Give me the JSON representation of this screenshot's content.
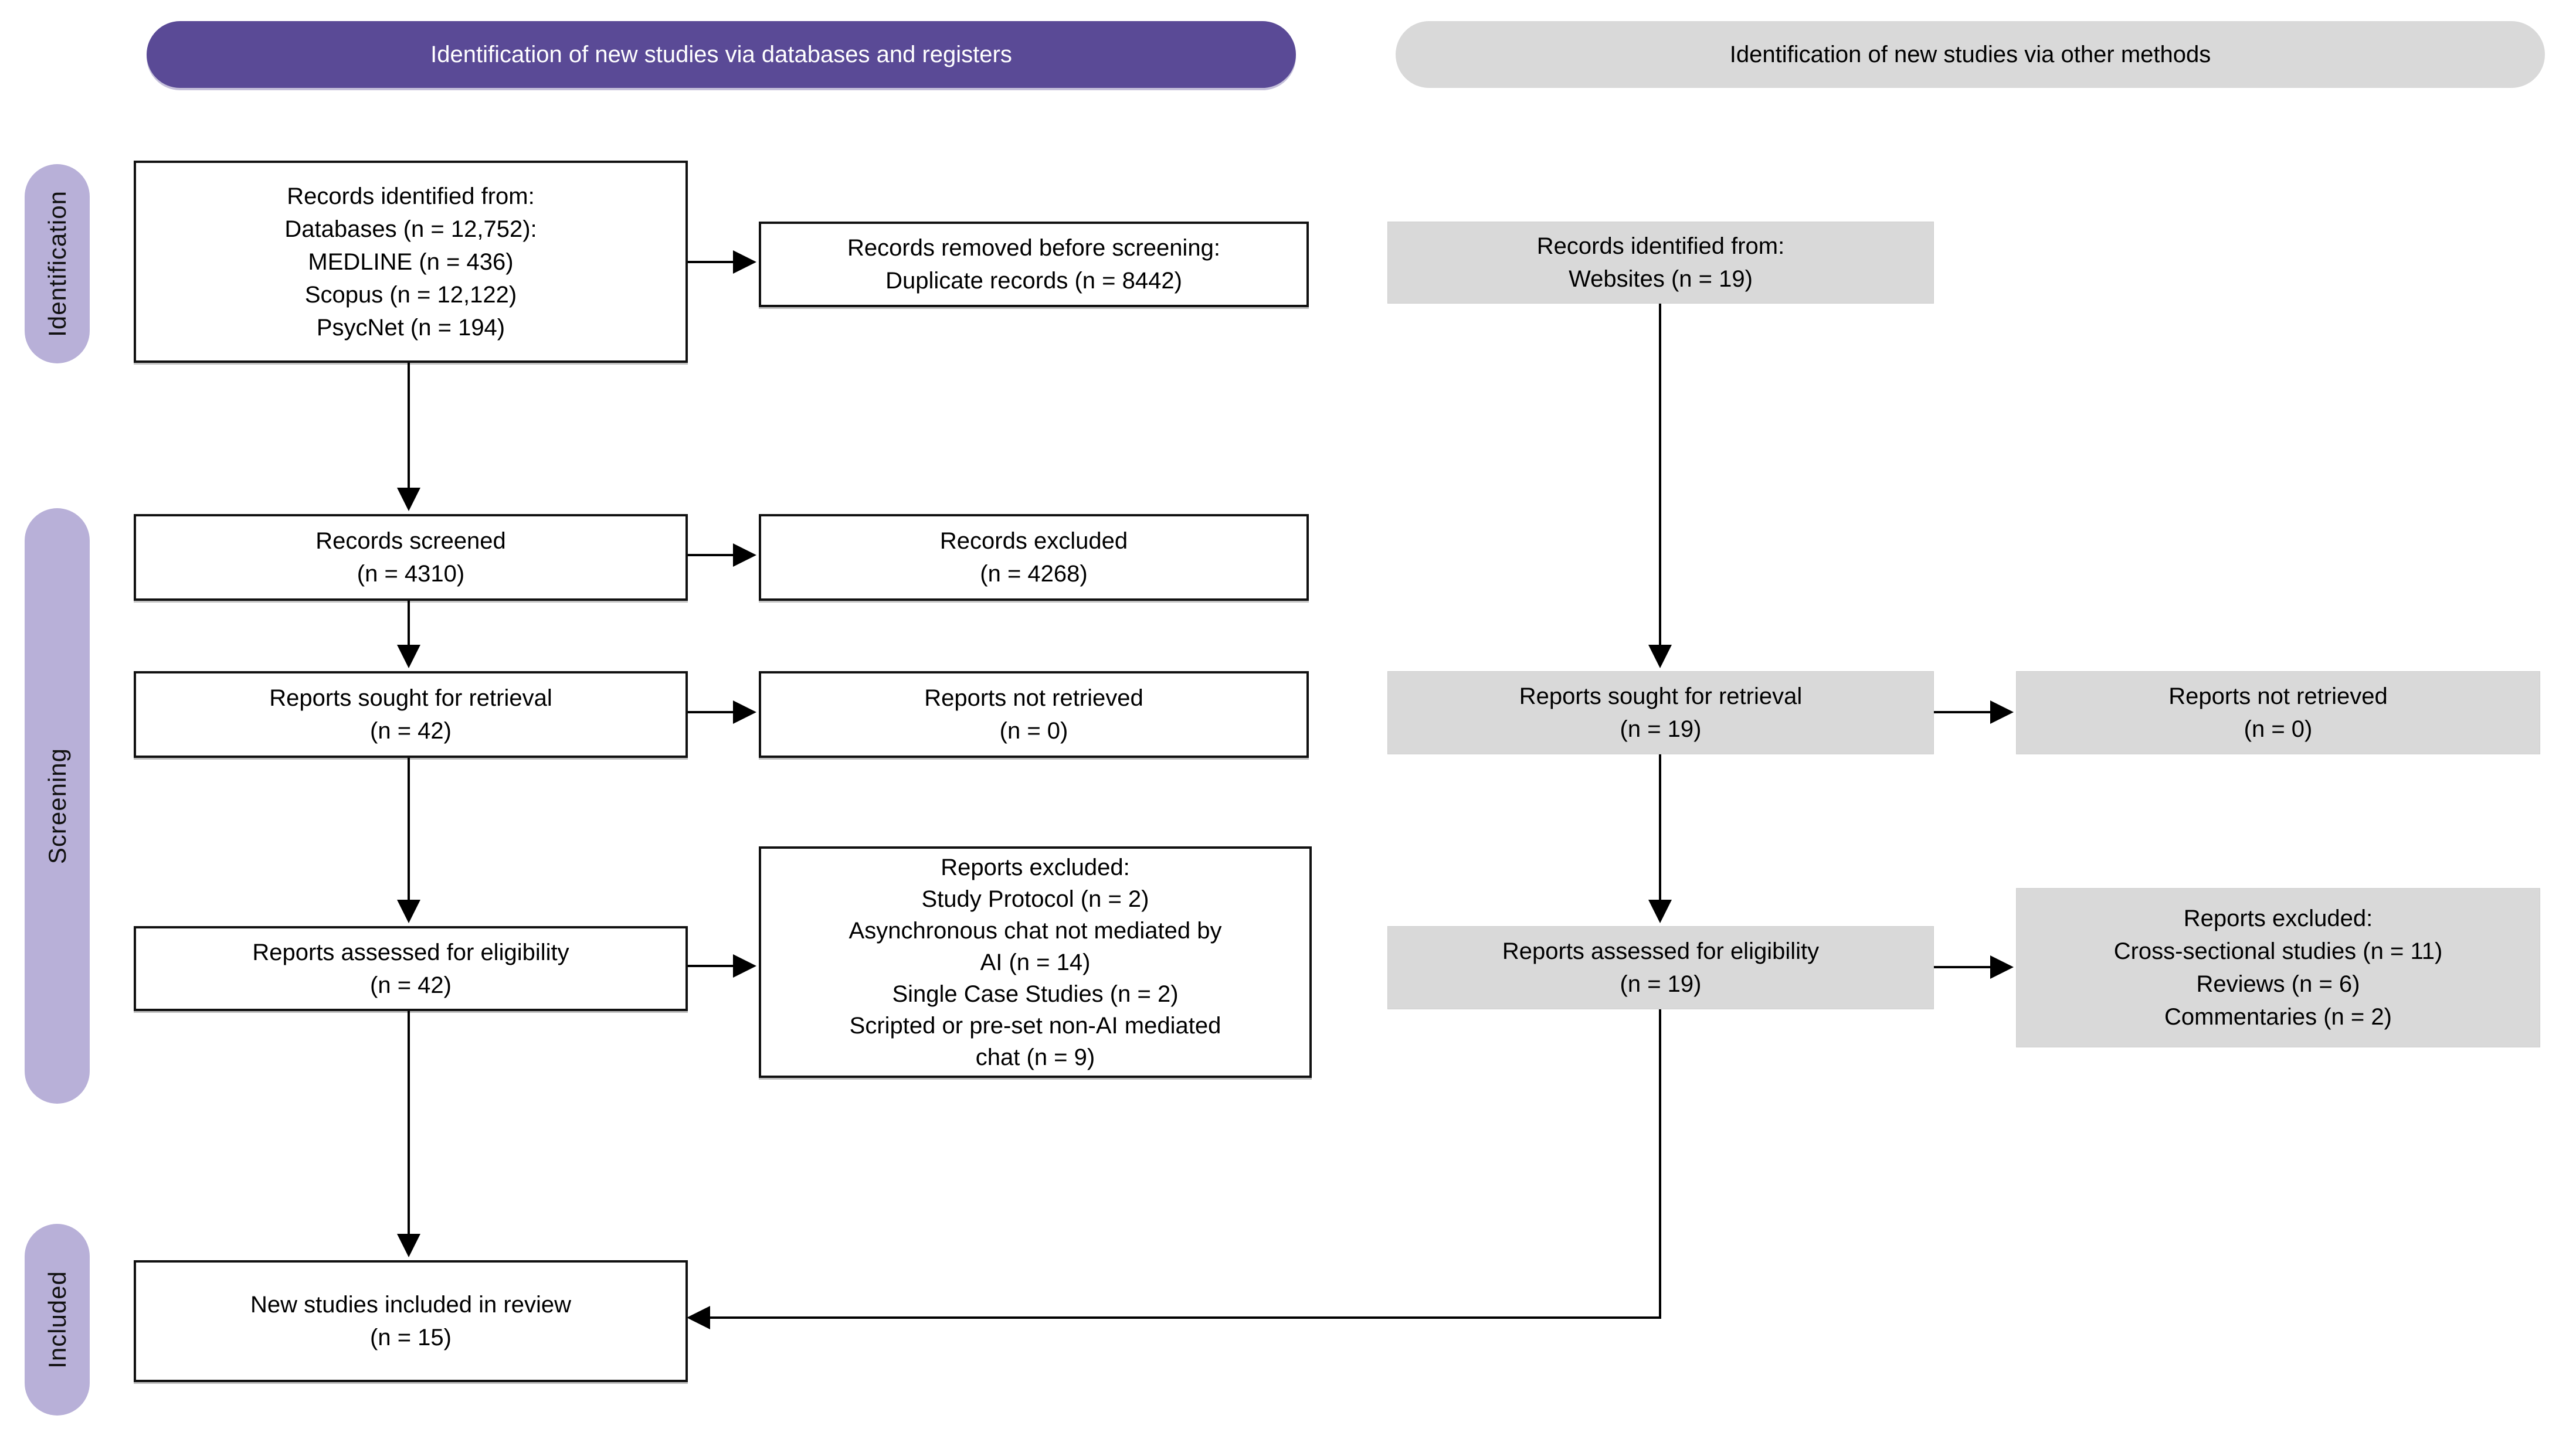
{
  "headers": {
    "databases": "Identification of new studies via databases and registers",
    "other_methods": "Identification of new studies via other methods"
  },
  "stages": {
    "identification": "Identification",
    "screening": "Screening",
    "included": "Included"
  },
  "boxes": {
    "records_identified_databases": {
      "lines": [
        "Records identified from:",
        "Databases (n = 12,752):",
        "MEDLINE (n = 436)",
        "Scopus (n = 12,122)",
        "PsycNet (n = 194)"
      ]
    },
    "records_removed": {
      "lines": [
        "Records removed before screening:",
        "Duplicate records (n = 8442)"
      ]
    },
    "records_identified_websites": {
      "lines": [
        "Records identified from:",
        "Websites (n = 19)"
      ]
    },
    "records_screened": {
      "lines": [
        "Records screened",
        "(n = 4310)"
      ]
    },
    "records_excluded": {
      "lines": [
        "Records excluded",
        "(n = 4268)"
      ]
    },
    "reports_sought_databases": {
      "lines": [
        "Reports sought for retrieval",
        "(n = 42)"
      ]
    },
    "reports_not_retrieved_databases": {
      "lines": [
        "Reports not retrieved",
        "(n = 0)"
      ]
    },
    "reports_sought_other": {
      "lines": [
        "Reports sought for retrieval",
        "(n = 19)"
      ]
    },
    "reports_not_retrieved_other": {
      "lines": [
        "Reports not retrieved",
        "(n = 0)"
      ]
    },
    "reports_assessed_databases": {
      "lines": [
        "Reports assessed for eligibility",
        "(n = 42)"
      ]
    },
    "reports_excluded_databases": {
      "lines": [
        "Reports excluded:",
        "Study Protocol (n = 2)",
        "Asynchronous chat not mediated by",
        "AI (n = 14)",
        "Single Case Studies (n = 2)",
        "Scripted or pre-set non-AI mediated",
        "chat (n = 9)"
      ]
    },
    "reports_assessed_other": {
      "lines": [
        "Reports assessed for eligibility",
        "(n = 19)"
      ]
    },
    "reports_excluded_other": {
      "lines": [
        "Reports excluded:",
        "Cross-sectional studies (n = 11)",
        "Reviews (n = 6)",
        "Commentaries (n = 2)"
      ]
    },
    "new_studies_included": {
      "lines": [
        "New studies included in review",
        "(n = 15)"
      ]
    }
  },
  "colors": {
    "header_databases_bg": "#5a4a96",
    "header_databases_text": "#ffffff",
    "header_other_bg": "#d9d9d9",
    "stage_pill_bg": "#b8b0d8",
    "gray_box_bg": "#d9d9d9",
    "white_box_bg": "#ffffff",
    "box_border": "#111111",
    "arrow": "#000000"
  }
}
